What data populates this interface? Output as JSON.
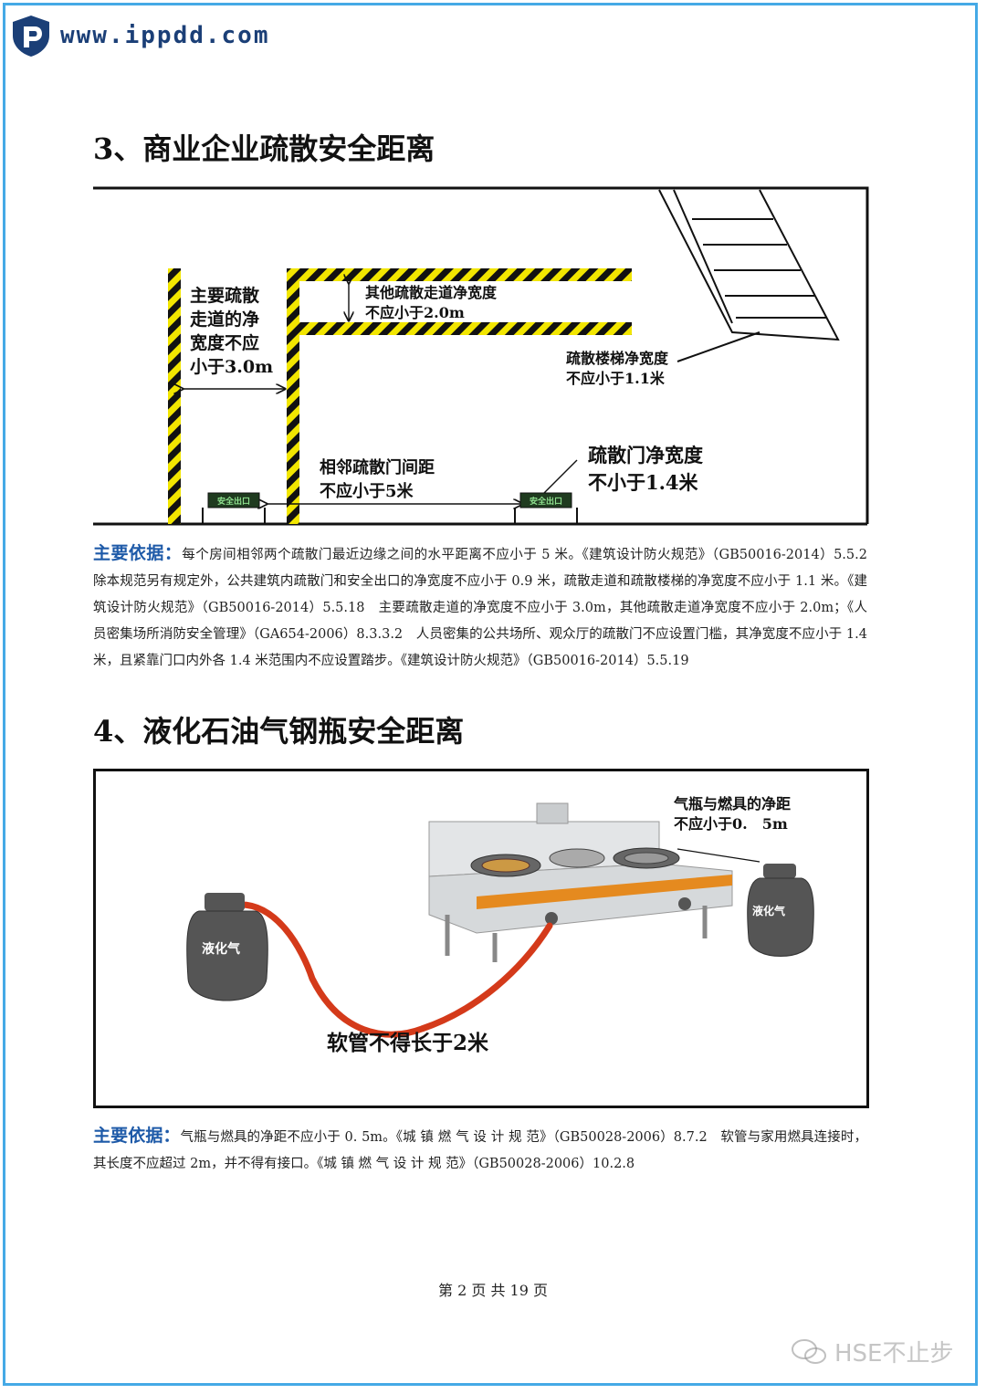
{
  "header": {
    "url": "www.ippdd.com"
  },
  "section3": {
    "title": "3、商业企业疏散安全距离",
    "diagram": {
      "main_corridor": [
        "主要疏散",
        "走道的净",
        "宽度不应",
        "小于3.0m"
      ],
      "other_corridor": [
        "其他疏散走道净宽度",
        "不应小于2.0m"
      ],
      "stair": [
        "疏散楼梯净宽度",
        "不应小于1.1米"
      ],
      "door_spacing": [
        "相邻疏散门间距",
        "不应小于5米"
      ],
      "door_width": [
        "疏散门净宽度",
        "不小于1.4米"
      ],
      "exit_sign": "安全出口"
    },
    "basis_label": "主要依据：",
    "basis_text": "每个房间相邻两个疏散门最近边缘之间的水平距离不应小于 5 米。《建筑设计防火规范》（GB50016-2014）5.5.2　除本规范另有规定外，公共建筑内疏散门和安全出口的净宽度不应小于 0.9 米，疏散走道和疏散楼梯的净宽度不应小于 1.1 米。《建筑设计防火规范》（GB50016-2014）5.5.18　主要疏散走道的净宽度不应小于 3.0m，其他疏散走道净宽度不应小于 2.0m；《人员密集场所消防安全管理》（GA654-2006）8.3.3.2　人员密集的公共场所、观众厅的疏散门不应设置门槛，其净宽度不应小于 1.4 米，且紧靠门口内外各 1.4 米范围内不应设置踏步。《建筑设计防火规范》（GB50016-2014）5.5.19"
  },
  "section4": {
    "title": "4、液化石油气钢瓶安全距离",
    "diagram": {
      "distance": [
        "气瓶与燃具的净距",
        "不应小于0.　5m"
      ],
      "cylinder_label": "液化气",
      "hose": "软管不得长于2米"
    },
    "basis_label": "主要依据：",
    "basis_text": "气瓶与燃具的净距不应小于 0. 5m。《城 镇 燃 气 设 计 规 范》（GB50028-2006）8.7.2　软管与家用燃具连接时，其长度不应超过 2m，并不得有接口。《城 镇 燃 气 设 计 规 范》（GB50028-2006）10.2.8"
  },
  "footer": {
    "page": "第 2 页 共 19 页"
  },
  "watermark": {
    "text": "HSE不止步"
  },
  "colors": {
    "border": "#45a9e6",
    "basis_label": "#1e5aa8",
    "hazard_yellow": "#f2e600",
    "hose": "#d43a1a",
    "stove_orange": "#e58a1f"
  }
}
